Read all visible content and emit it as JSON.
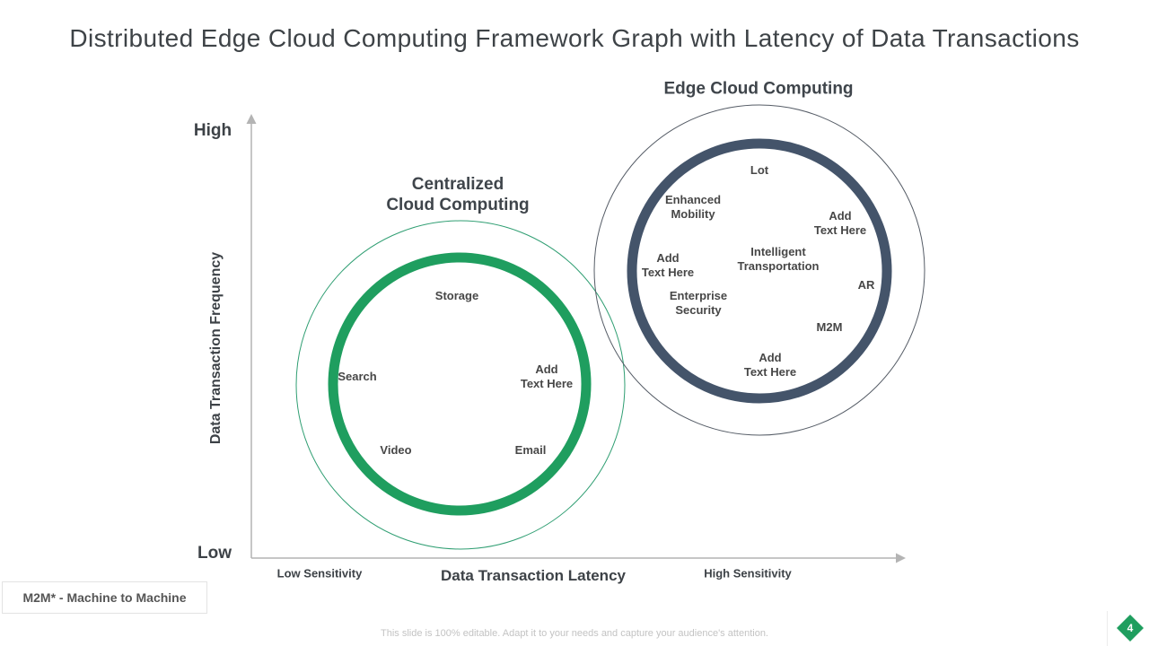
{
  "slide": {
    "title": "Distributed Edge Cloud Computing Framework Graph with Latency of Data Transactions",
    "footnote": "M2M* - Machine to Machine",
    "footer": "This slide is 100% editable. Adapt it to your needs and capture your audience's attention.",
    "page_number": "4"
  },
  "axes": {
    "y": {
      "label": "Data Transaction Frequency",
      "top": "High",
      "bottom": "Low"
    },
    "x": {
      "label": "Data Transaction Latency",
      "left": "Low Sensitivity",
      "right": "High Sensitivity"
    }
  },
  "centralized": {
    "title": "Centralized\nCloud Computing",
    "items": [
      {
        "label": "Storage"
      },
      {
        "label": "Search"
      },
      {
        "label": "Add\nText Here"
      },
      {
        "label": "Video"
      },
      {
        "label": "Email"
      }
    ]
  },
  "edge": {
    "title": "Edge Cloud Computing",
    "items": [
      {
        "label": "Lot"
      },
      {
        "label": "Enhanced\nMobility"
      },
      {
        "label": "Add\nText Here"
      },
      {
        "label": "Add\nText Here"
      },
      {
        "label": "Intelligent\nTransportation"
      },
      {
        "label": "Enterprise\nSecurity"
      },
      {
        "label": "AR"
      },
      {
        "label": "M2M"
      },
      {
        "label": "Add\nText Here"
      }
    ]
  },
  "colors": {
    "green": "#1f9e5f",
    "green_thin": "#2f9e72",
    "slate": "#44546a",
    "outline_dark": "#555c66",
    "axis": "#b4b4b4"
  }
}
